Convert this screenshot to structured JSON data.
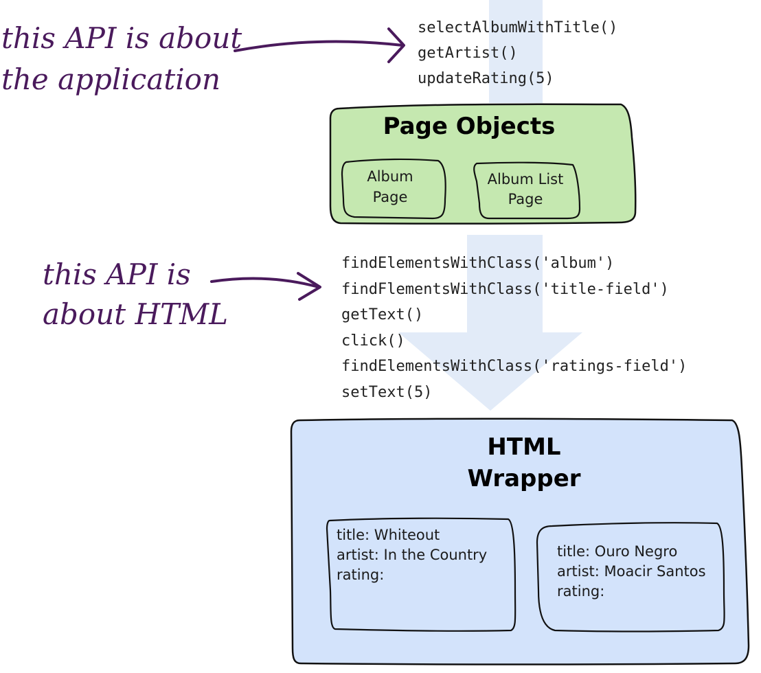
{
  "annotations": {
    "top": {
      "line1": "this API is about",
      "line2": "the application"
    },
    "bottom": {
      "line1": "this API is",
      "line2": "about HTML"
    }
  },
  "application_api_calls": [
    "selectAlbumWithTitle()",
    "getArtist()",
    "updateRating(5)"
  ],
  "page_objects": {
    "title": "Page Objects",
    "album_page": {
      "line1": "Album",
      "line2": "Page"
    },
    "album_list_page": {
      "line1": "Album List",
      "line2": "Page"
    }
  },
  "html_api_calls": [
    "findElementsWithClass('album')",
    "findFlementsWithClass('title-field')",
    "getText()",
    "click()",
    "findElementsWithClass('ratings-field')",
    "setText(5)"
  ],
  "html_wrapper": {
    "title_line1": "HTML",
    "title_line2": "Wrapper",
    "albums": [
      {
        "title": "title: Whiteout",
        "artist": "artist: In the Country",
        "rating": "rating:"
      },
      {
        "title": "title: Ouro Negro",
        "artist": "artist: Moacir Santos",
        "rating": "rating:"
      }
    ]
  },
  "colors": {
    "page_objects_fill": "#c5e8b0",
    "html_wrapper_fill": "#d3e3fb",
    "flow_arrow_fill": "#e2ebf8",
    "annotation_ink": "#4a1a5c"
  }
}
